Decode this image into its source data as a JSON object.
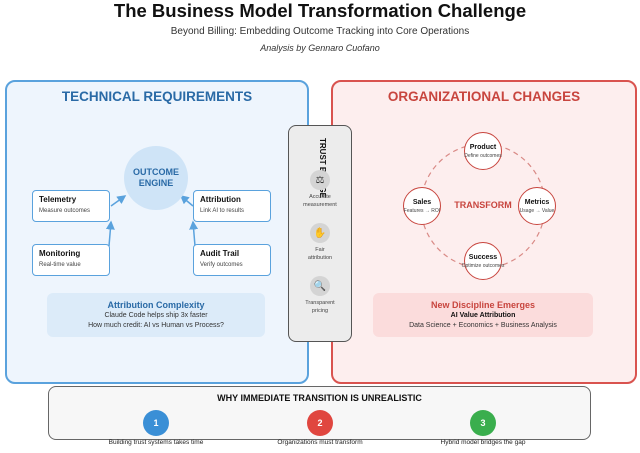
{
  "title": "The Business Model Transformation Challenge",
  "subtitle": "Beyond Billing: Embedding Outcome Tracking into Core Operations",
  "byline": "Analysis by Gennaro Cuofano",
  "technical": {
    "heading": "TECHNICAL REQUIREMENTS",
    "engine_line1": "OUTCOME",
    "engine_line2": "ENGINE",
    "nodes": [
      {
        "title": "Telemetry",
        "sub": "Measure outcomes"
      },
      {
        "title": "Attribution",
        "sub": "Link AI to results"
      },
      {
        "title": "Monitoring",
        "sub": "Real-time value"
      },
      {
        "title": "Audit Trail",
        "sub": "Verify outcomes"
      }
    ],
    "callout": {
      "title": "Attribution Complexity",
      "line1": "Claude Code helps ship 3x faster",
      "line2": "How much credit: AI vs Human vs Process?"
    }
  },
  "bridge": {
    "title": "TRUST BRIDGE",
    "items": [
      {
        "icon": "scale-icon",
        "glyph": "⚖",
        "line1": "Accurate",
        "line2": "measurement"
      },
      {
        "icon": "handshake-icon",
        "glyph": "✋",
        "line1": "Fair",
        "line2": "attribution"
      },
      {
        "icon": "magnifier-icon",
        "glyph": "🔍",
        "line1": "Transparent",
        "line2": "pricing"
      }
    ]
  },
  "organizational": {
    "heading": "ORGANIZATIONAL CHANGES",
    "center": "TRANSFORM",
    "nodes": [
      {
        "title": "Product",
        "sub": "Define outcomes"
      },
      {
        "title": "Sales",
        "sub": "Features → ROI"
      },
      {
        "title": "Metrics",
        "sub": "Usage → Value"
      },
      {
        "title": "Success",
        "sub": "Optimize outcomes"
      }
    ],
    "callout": {
      "title": "New Discipline Emerges",
      "line1": "AI Value Attribution",
      "line2": "Data Science + Economics + Business Analysis"
    }
  },
  "bottom": {
    "title": "WHY IMMEDIATE TRANSITION IS UNREALISTIC",
    "steps": [
      {
        "num": "1",
        "label": "Building trust systems takes time",
        "color": "#3a8fd6"
      },
      {
        "num": "2",
        "label": "Organizations must transform",
        "color": "#e0463f"
      },
      {
        "num": "3",
        "label": "Hybrid model bridges the gap",
        "color": "#3aae4d"
      }
    ]
  },
  "colors": {
    "technical_accent": "#2a6aa6",
    "organizational_accent": "#c8453e"
  }
}
